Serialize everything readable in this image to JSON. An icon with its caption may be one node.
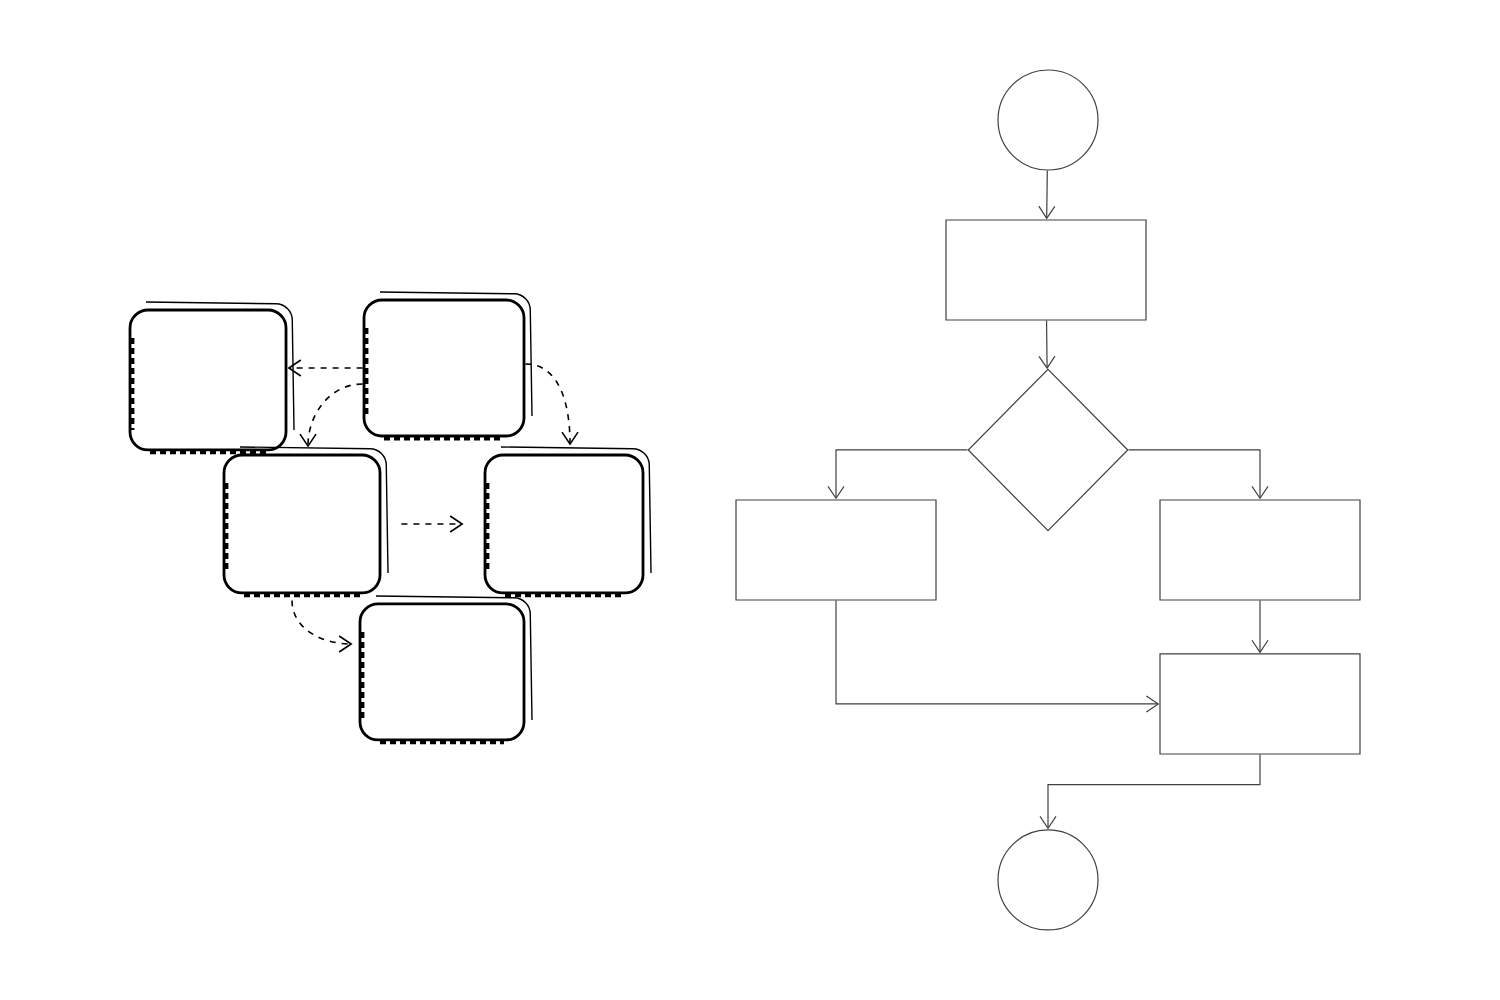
{
  "diagram": {
    "nodes": [
      {
        "text": [],
        "shape": "box"
      },
      {
        "text": [],
        "shape": "box"
      },
      {
        "text": [],
        "shape": "box"
      },
      {
        "text": [],
        "shape": "box"
      },
      {
        "text": [],
        "shape": "box"
      },
      {
        "text": [],
        "shape": "circle"
      },
      {
        "text": [],
        "shape": "box"
      },
      {
        "text": [],
        "shape": "diamond"
      },
      {
        "text": [],
        "shape": "box"
      },
      {
        "text": [],
        "shape": "box"
      },
      {
        "text": [],
        "shape": "box"
      },
      {
        "text": [],
        "shape": "circle"
      }
    ],
    "edges": [
      {
        "from": 1,
        "to": 0,
        "arrow": "to",
        "style": "dashed"
      },
      {
        "from": 1,
        "to": 2,
        "arrow": "to",
        "style": "dashed"
      },
      {
        "from": 1,
        "to": 3,
        "arrow": "to",
        "style": "dashed"
      },
      {
        "from": 2,
        "to": 3,
        "arrow": "to",
        "style": "dashed"
      },
      {
        "from": 2,
        "to": 4,
        "arrow": "to",
        "style": "dashed"
      },
      {
        "from": 5,
        "to": 6,
        "arrow": "to"
      },
      {
        "from": 6,
        "to": 7,
        "arrow": "to"
      },
      {
        "from": 7,
        "to": 8,
        "arrow": "to"
      },
      {
        "from": 7,
        "to": 9,
        "arrow": "to"
      },
      {
        "from": 9,
        "to": 10,
        "arrow": "to"
      },
      {
        "from": 8,
        "to": 10,
        "arrow": "to"
      },
      {
        "from": 10,
        "to": 11,
        "arrow": "to"
      }
    ]
  }
}
